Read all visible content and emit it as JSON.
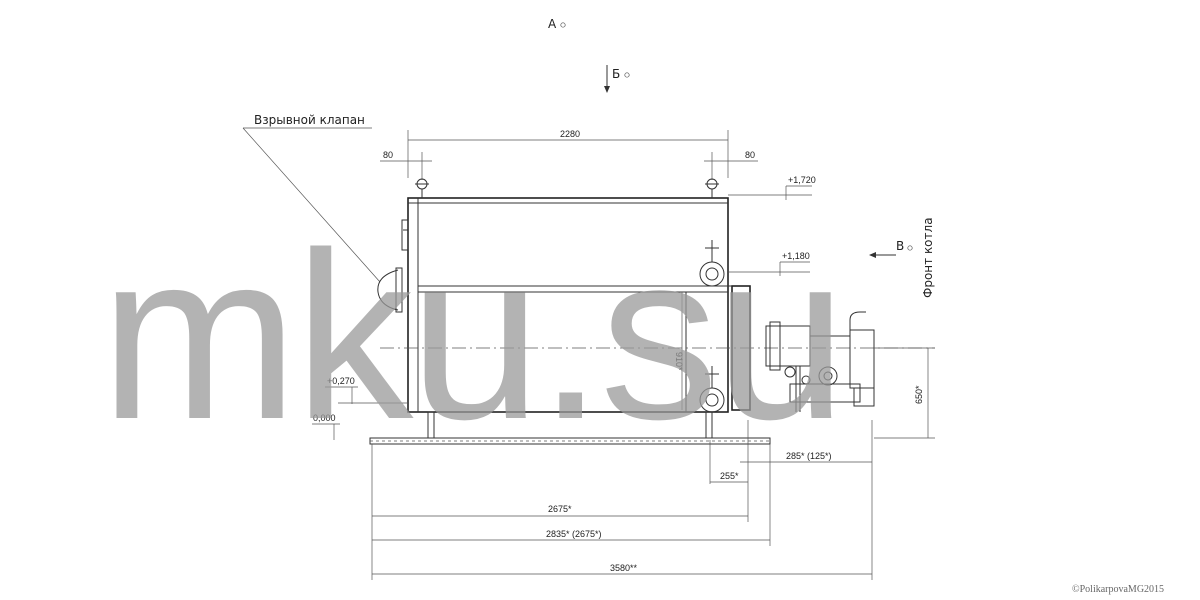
{
  "view_labels": {
    "a": "А",
    "b": "Б",
    "v": "В"
  },
  "callouts": {
    "explosion_valve": "Взрывной клапан",
    "boiler_front": "Фронт котла"
  },
  "dimensions": {
    "top_width": "2280",
    "left_offset": "80",
    "right_offset": "80",
    "height_910": "910*",
    "height_650": "650*",
    "d_285": "285* (125*)",
    "d_255": "255*",
    "d_2675": "2675*",
    "d_2835": "2835* (2675*)",
    "d_3580": "3580**"
  },
  "elevations": {
    "e1720": "+1,720",
    "e1180": "+1,180",
    "e0270": "+0,270",
    "e0000": "0,000"
  },
  "watermark": "mku.su",
  "copyright": "©PolikarpovaMG2015"
}
